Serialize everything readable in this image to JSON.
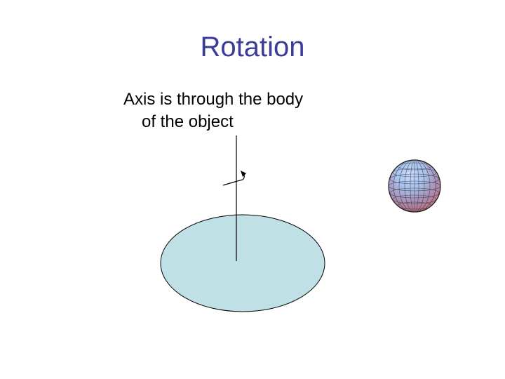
{
  "slide": {
    "title": "Rotation",
    "bullet": {
      "line1": "Axis is through the body",
      "line2": "of the object"
    }
  },
  "figure": {
    "disk_color": "#bfe0e4",
    "axis_color": "#000000",
    "sphere_colors": {
      "highlight": "#a9c4ef",
      "mid": "#a88fb8",
      "shadow": "#c0707e"
    },
    "icons": {
      "rotation_arrow": "curved-arrow-icon",
      "sphere": "sphere-icon"
    }
  }
}
